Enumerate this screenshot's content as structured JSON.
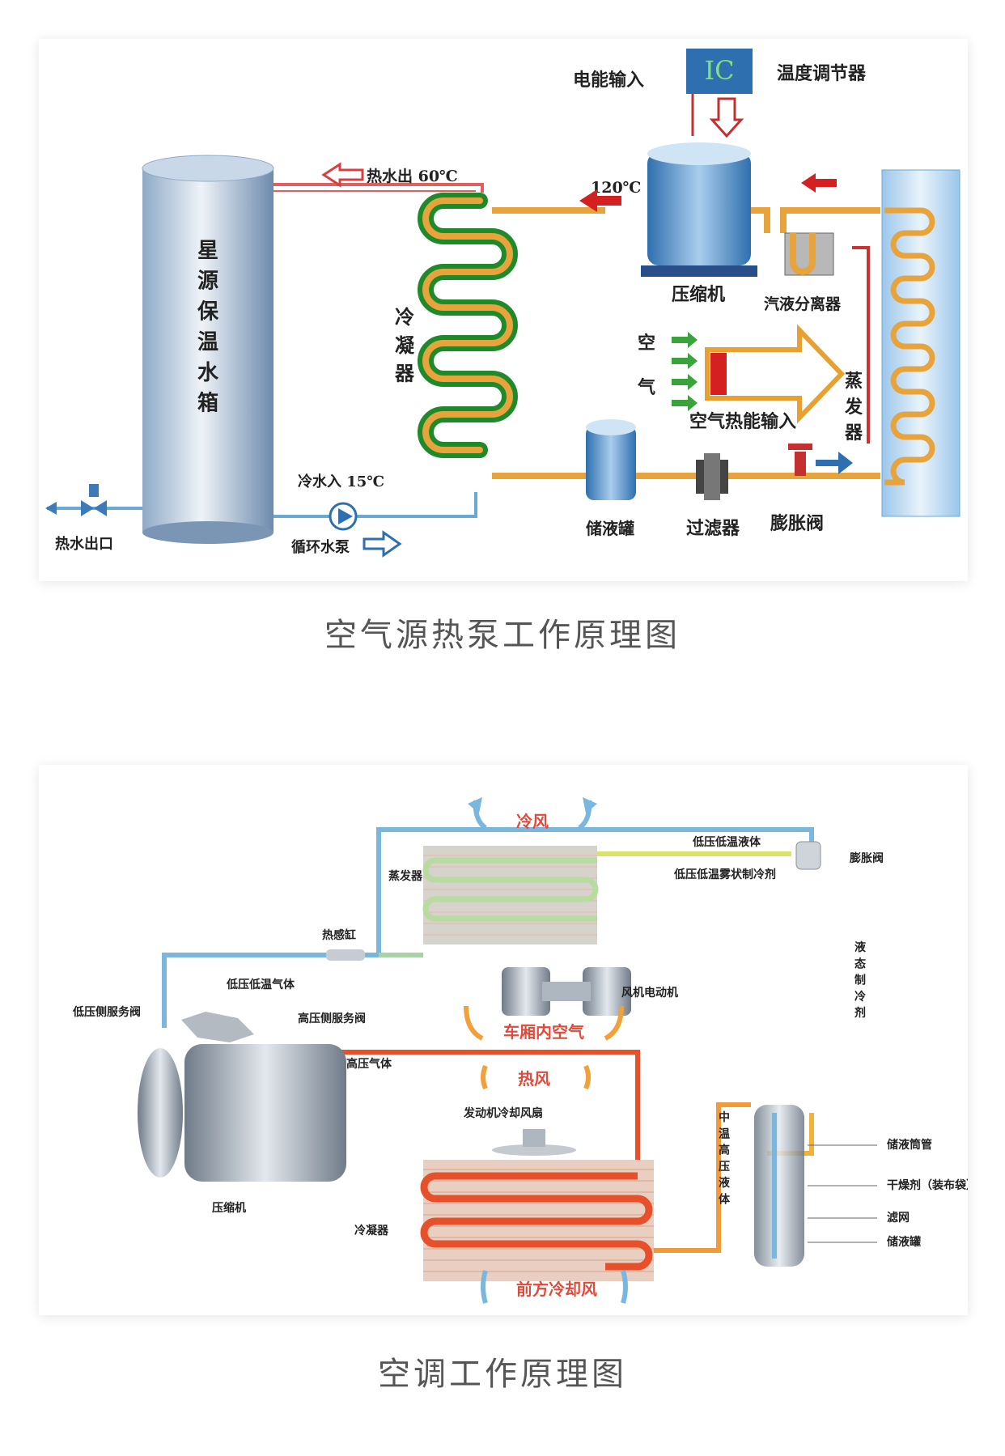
{
  "diagram1": {
    "caption": "空气源热泵工作原理图",
    "labels": {
      "tank": "星源保温水箱",
      "condenser": "冷凝器",
      "electric_input": "电能输入",
      "ic": "IC",
      "thermostat": "温度调节器",
      "hot_water_out": "热水出 60℃",
      "temp_120": "120℃",
      "compressor": "压缩机",
      "separator": "汽液分离器",
      "air": "空气",
      "air_heat_input": "空气热能输入",
      "evaporator": "蒸发器",
      "cold_water_in": "冷水入 15℃",
      "circ_pump": "循环水泵",
      "hot_water_outlet": "热水出口",
      "receiver": "储液罐",
      "filter": "过滤器",
      "expansion_valve": "膨胀阀"
    }
  },
  "diagram2": {
    "caption": "空调工作原理图",
    "labels": {
      "cold_wind": "冷风",
      "evaporator": "蒸发器",
      "thermo_bulb": "热感缸",
      "low_p_low_t_liquid": "低压低温液体",
      "low_p_low_t_mist": "低压低温雾状制冷剂",
      "expansion_valve": "膨胀阀",
      "low_p_low_t_gas": "低压低温气体",
      "fan_motor": "风机电动机",
      "liquid_refrigerant": "液态制冷剂",
      "cabin_air": "车厢内空气",
      "low_side_valve": "低压侧服务阀",
      "high_side_valve": "高压侧服务阀",
      "high_t_high_p_gas": "高温高压气体",
      "hot_wind": "热风",
      "engine_fan": "发动机冷却风扇",
      "compressor": "压缩机",
      "condenser": "冷凝器",
      "mid_t_high_p_liquid": "中温高压液体",
      "receiver_tube": "储液筒管",
      "desiccant": "干燥剂（装布袋）",
      "strainer": "滤网",
      "receiver": "储液罐",
      "front_cooling_wind": "前方冷却风"
    }
  }
}
